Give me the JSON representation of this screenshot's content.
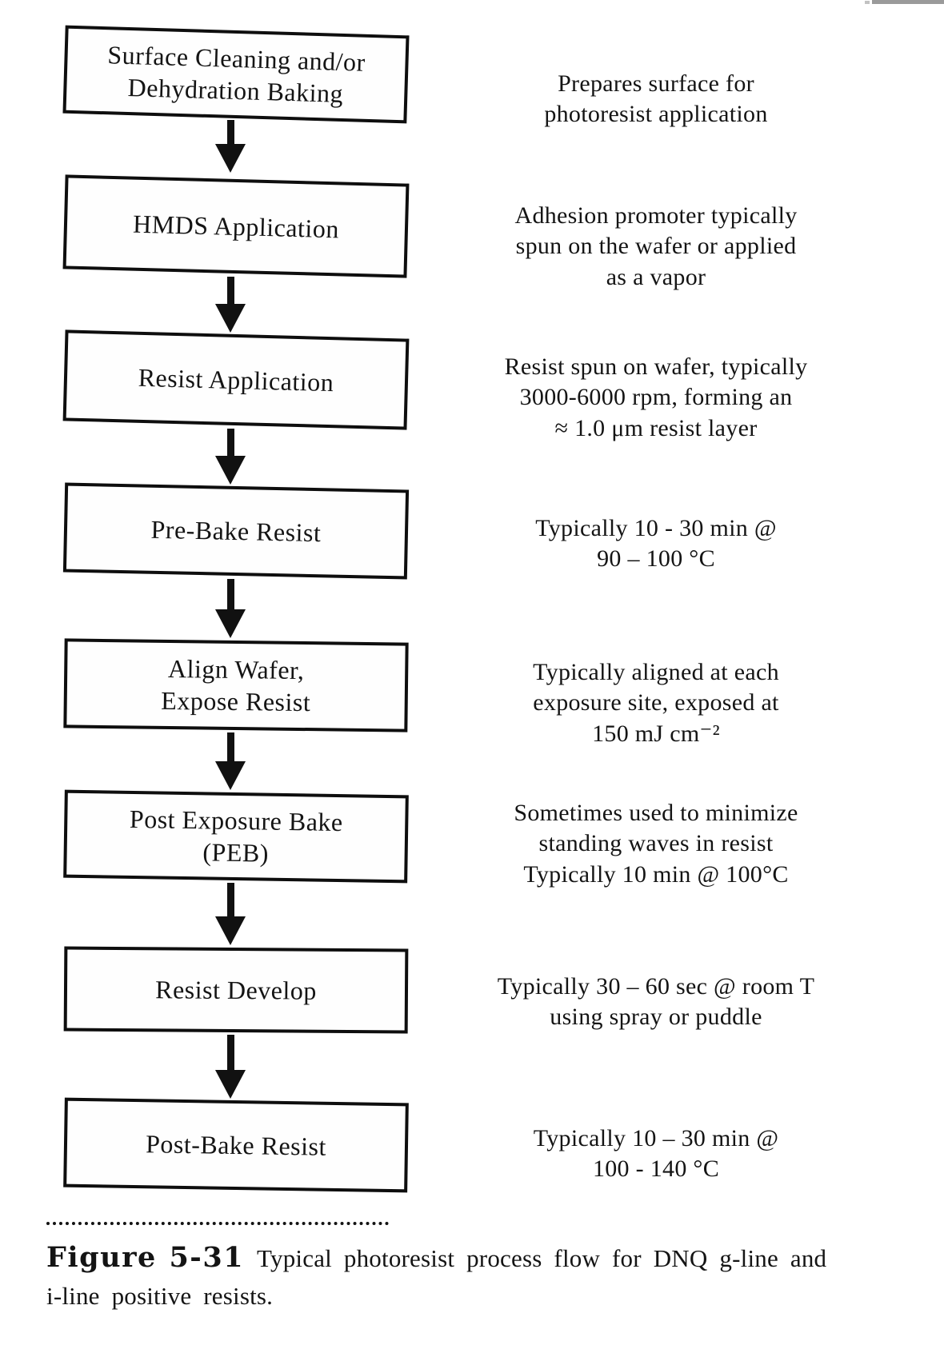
{
  "colors": {
    "paper": "#ffffff",
    "ink": "#141414"
  },
  "flow": {
    "steps": [
      {
        "box": "Surface Cleaning and/or\nDehydration Baking",
        "description": "Prepares surface for\nphotoresist application"
      },
      {
        "box": "HMDS Application",
        "description": "Adhesion promoter typically\nspun on the wafer or applied\nas a vapor"
      },
      {
        "box": "Resist Application",
        "description": "Resist spun on wafer, typically\n3000-6000 rpm, forming an\n≈ 1.0 μm resist layer"
      },
      {
        "box": "Pre-Bake Resist",
        "description": "Typically 10 - 30 min @\n90 – 100 °C"
      },
      {
        "box": "Align Wafer,\nExpose Resist",
        "description": "Typically aligned at each\nexposure site, exposed at\n150 mJ cm⁻²"
      },
      {
        "box": "Post Exposure Bake\n(PEB)",
        "description": "Sometimes used to minimize\nstanding waves in resist\nTypically 10 min @ 100°C"
      },
      {
        "box": "Resist Develop",
        "description": "Typically 30 – 60 sec @ room T\nusing spray or puddle"
      },
      {
        "box": "Post-Bake Resist",
        "description": "Typically 10 – 30 min @\n100 - 140 °C"
      }
    ]
  },
  "caption": {
    "label": "Figure 5-31",
    "line1": "Typical photoresist process flow for DNQ g-line and",
    "line2": "i-line positive resists."
  }
}
